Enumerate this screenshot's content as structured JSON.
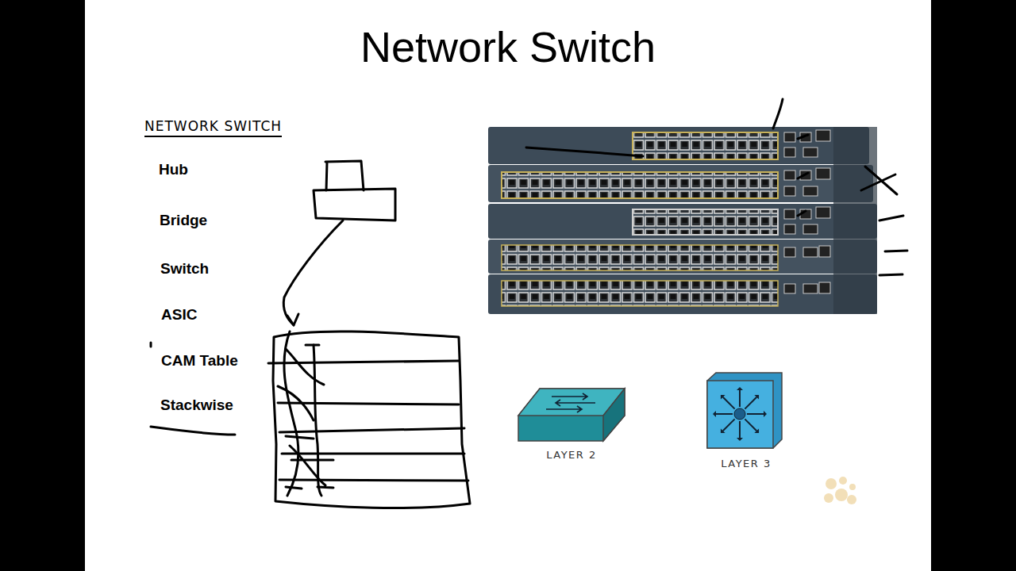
{
  "diagram": {
    "title": "Network Switch",
    "nodes": [
      {
        "text": [
          "LAYER 2"
        ]
      },
      {
        "text": [
          "LAYER 3"
        ]
      }
    ],
    "labels": [
      "NETWORK SWITCH",
      "Hub",
      "Bridge",
      "Switch",
      "ASIC",
      "CAM Table",
      "Stackwise"
    ]
  }
}
